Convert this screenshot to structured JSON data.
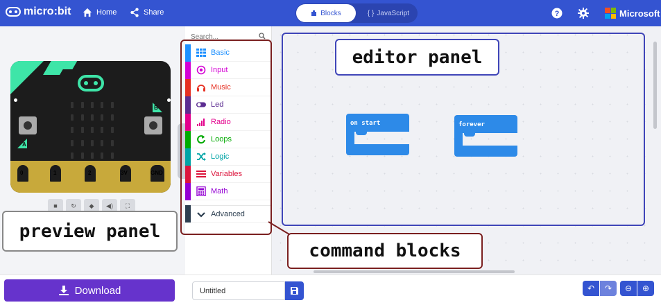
{
  "header": {
    "logo_text": "micro:bit",
    "home_label": "Home",
    "share_label": "Share",
    "blocks_label": "Blocks",
    "javascript_label": "JavaScript",
    "microsoft_label": "Microsoft"
  },
  "simulator": {
    "pin_labels": [
      "0",
      "1",
      "2",
      "3V",
      "GND"
    ],
    "button_a": "A",
    "button_b": "B"
  },
  "toolbox": {
    "search_placeholder": "Search...",
    "categories": [
      {
        "label": "Basic",
        "color": "#1e90ff",
        "icon": "grid-icon"
      },
      {
        "label": "Input",
        "color": "#d400d4",
        "icon": "input-icon"
      },
      {
        "label": "Music",
        "color": "#e63022",
        "icon": "headphones-icon"
      },
      {
        "label": "Led",
        "color": "#5c2d91",
        "icon": "toggle-icon"
      },
      {
        "label": "Radio",
        "color": "#e3008c",
        "icon": "signal-icon"
      },
      {
        "label": "Loops",
        "color": "#00aa00",
        "icon": "refresh-icon"
      },
      {
        "label": "Logic",
        "color": "#00a4a6",
        "icon": "shuffle-icon"
      },
      {
        "label": "Variables",
        "color": "#dc143c",
        "icon": "lines-icon"
      },
      {
        "label": "Math",
        "color": "#9400d3",
        "icon": "calculator-icon"
      }
    ],
    "advanced_label": "Advanced"
  },
  "workspace": {
    "blocks": [
      {
        "label": "on start"
      },
      {
        "label": "forever"
      }
    ]
  },
  "annotations": {
    "editor_panel": "editor panel",
    "preview_panel": "preview panel",
    "command_blocks": "command blocks"
  },
  "footer": {
    "download_label": "Download",
    "project_name": "Untitled"
  }
}
